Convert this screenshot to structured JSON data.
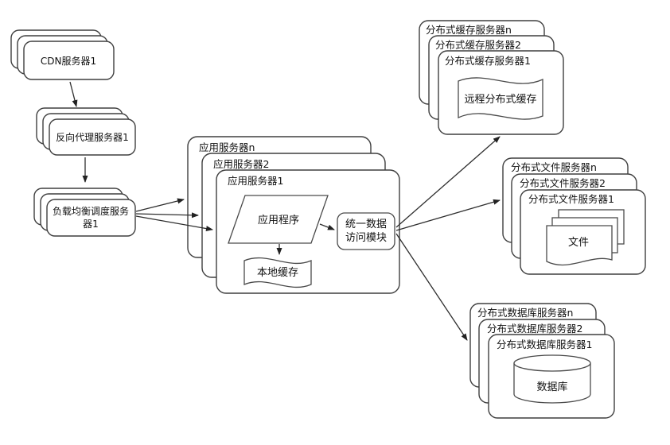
{
  "diagram": {
    "title": "distributed-web-architecture",
    "cdn": {
      "label": "CDN服务器1"
    },
    "reverse_proxy": {
      "label": "反向代理服务器1"
    },
    "load_balancer": {
      "label_line1": "负载均衡调度服务",
      "label_line2": "器1"
    },
    "app_servers": {
      "back_label": "应用服务器n",
      "mid_label": "应用服务器2",
      "front_label": "应用服务器1",
      "application_label": "应用程序",
      "local_cache_label": "本地缓存",
      "data_access_line1": "统一数据",
      "data_access_line2": "访问模块"
    },
    "cache_servers": {
      "back_label": "分布式缓存服务器n",
      "mid_label": "分布式缓存服务器2",
      "front_label": "分布式缓存服务器1",
      "inner_label": "远程分布式缓存"
    },
    "file_servers": {
      "back_label": "分布式文件服务器n",
      "mid_label": "分布式文件服务器2",
      "front_label": "分布式文件服务器1",
      "inner_label": "文件"
    },
    "db_servers": {
      "back_label": "分布式数据库服务器n",
      "mid_label": "分布式数据库服务器2",
      "front_label": "分布式数据库服务器1",
      "inner_label": "数据库"
    },
    "colors": {
      "background": "#ffffff",
      "card_fill": "#ffffff",
      "stroke": "#3f3f3f",
      "arrow": "#2e2e2e",
      "text": "#111111"
    }
  }
}
